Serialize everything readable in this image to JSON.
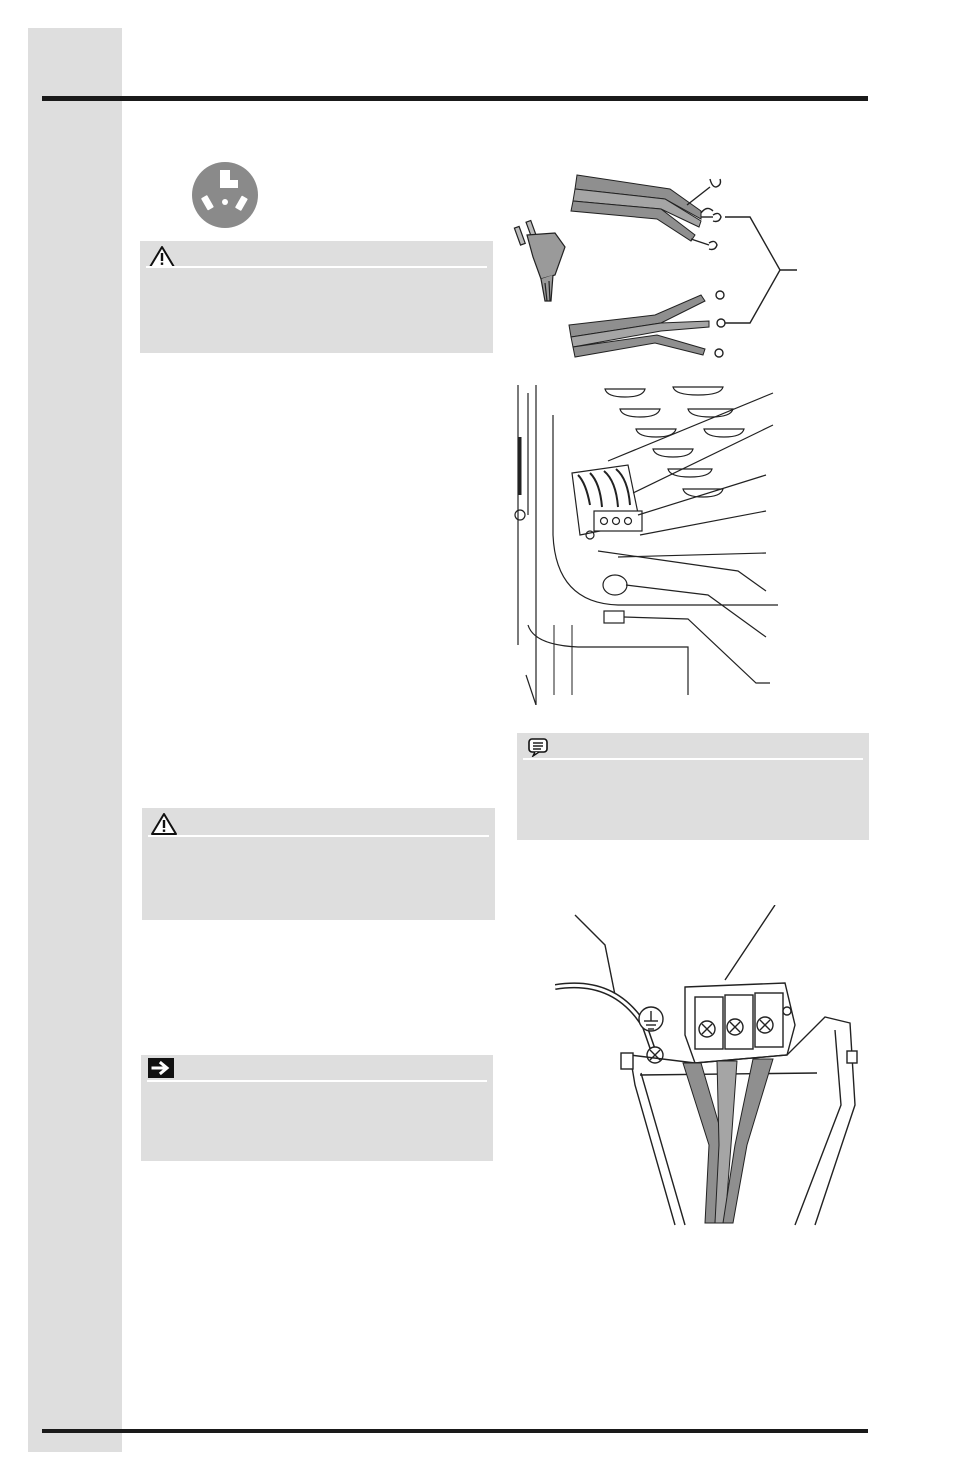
{
  "page": {
    "colors": {
      "side_band": "#dedede",
      "rule": "#1a1a1a",
      "box_fill": "#dedede",
      "wire": "#8f8f8f",
      "line": "#222222"
    }
  },
  "icons": {
    "receptacle": "three-prong-receptacle-icon",
    "warning_1": "warning-triangle-icon",
    "warning_2": "warning-triangle-icon",
    "note": "note-speech-icon",
    "important": "arrow-right-icon"
  },
  "figures": {
    "power_cords": "power-cord-illustration",
    "terminal_block": "terminal-block-illustration",
    "wiring_detail": "wiring-detail-illustration"
  }
}
